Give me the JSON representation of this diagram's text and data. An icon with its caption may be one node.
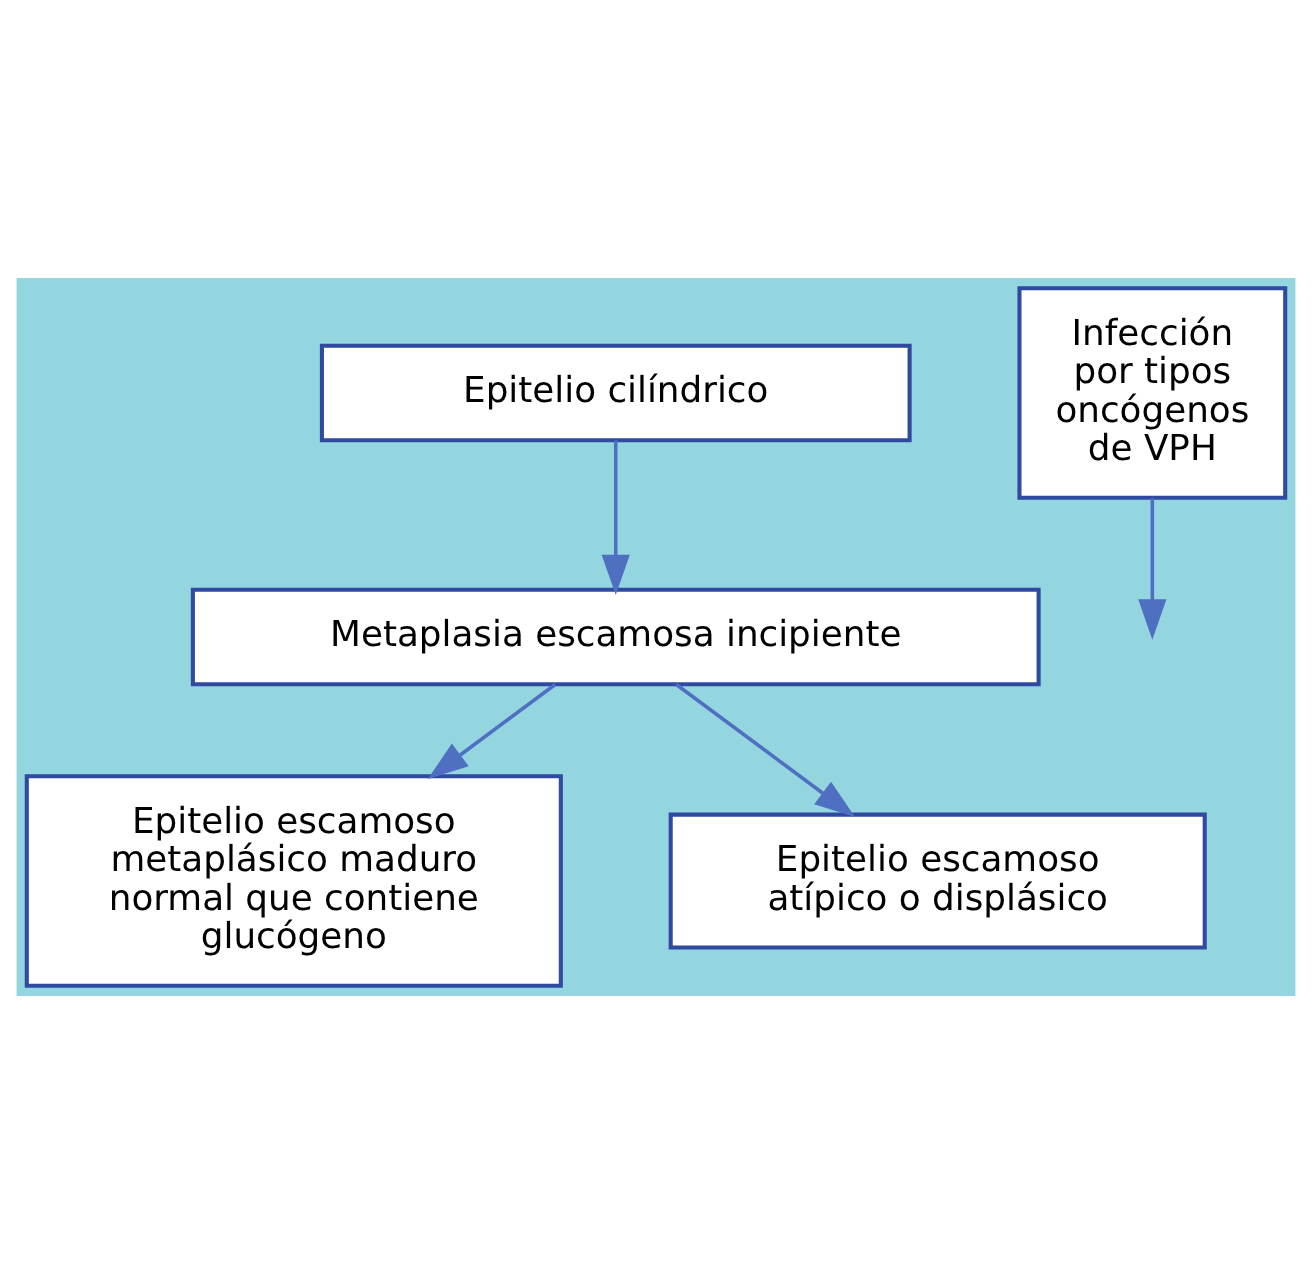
{
  "diagram": {
    "nodes": [
      {
        "text": [
          "Epitelio cilíndrico"
        ]
      },
      {
        "text": [
          "Metaplasia escamosa incipiente"
        ]
      },
      {
        "text": [
          "Epitelio escamoso metaplásico maduro normal que contiene glucógeno"
        ]
      },
      {
        "text": [
          "Epitelio escamoso atípico o displásico"
        ]
      },
      {
        "text": [
          "Infección por tipos oncógenos de VPH"
        ]
      }
    ],
    "edges": [
      {
        "from": 0,
        "to": 1,
        "arrow": "to"
      },
      {
        "from": 1,
        "to": 2,
        "arrow": "to"
      },
      {
        "from": 1,
        "to": 3,
        "arrow": "to"
      },
      {
        "from": 4,
        "to": null,
        "arrow": "to"
      }
    ]
  }
}
